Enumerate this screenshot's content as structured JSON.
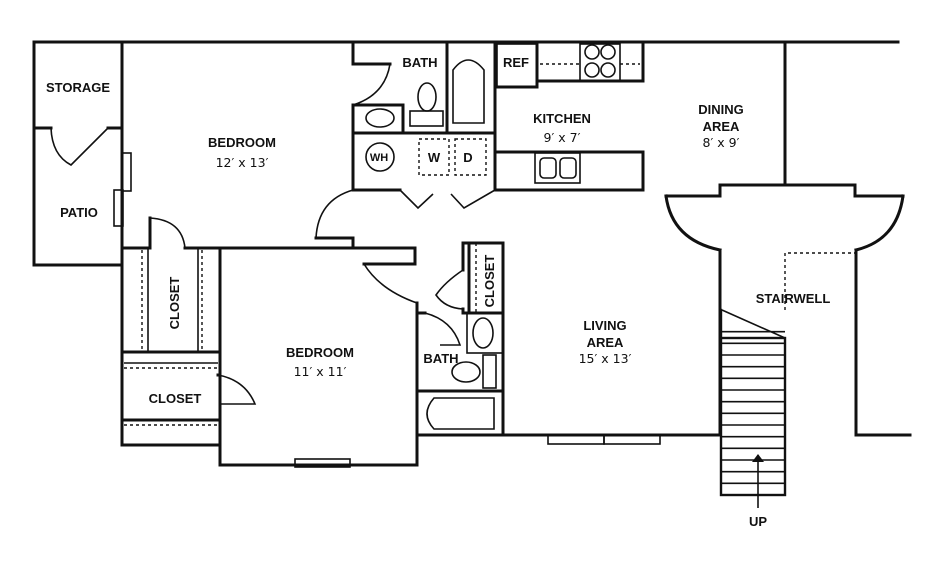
{
  "floor_plan": {
    "rooms": {
      "storage": {
        "label": "STORAGE"
      },
      "patio": {
        "label": "PATIO"
      },
      "bedroom1": {
        "label": "BEDROOM",
        "size": "12′ x 13′"
      },
      "bath1": {
        "label": "BATH"
      },
      "kitchen": {
        "label": "KITCHEN",
        "size": "9′ x 7′"
      },
      "dining": {
        "label_line1": "DINING",
        "label_line2": "AREA",
        "size": "8′ x 9′"
      },
      "closet1": {
        "label": "CLOSET"
      },
      "closet2": {
        "label": "CLOSET"
      },
      "closet3": {
        "label": "CLOSET"
      },
      "bedroom2": {
        "label": "BEDROOM",
        "size": "11′ x 11′"
      },
      "bath2": {
        "label": "BATH"
      },
      "living": {
        "label_line1": "LIVING",
        "label_line2": "AREA",
        "size": "15′ x 13′"
      },
      "stairwell": {
        "label": "STAIRWELL"
      }
    },
    "fixtures": {
      "refrigerator": "REF",
      "water_heater": "WH",
      "washer": "W",
      "dryer": "D"
    },
    "stairs": {
      "direction_label": "UP",
      "steps": 15
    },
    "colors": {
      "line": "#111111",
      "background": "#ffffff"
    }
  }
}
